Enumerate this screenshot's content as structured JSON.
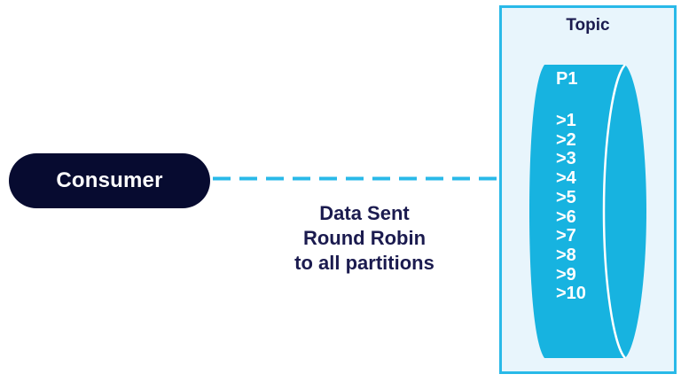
{
  "consumer": {
    "label": "Consumer"
  },
  "caption": {
    "lines": [
      "Data Sent",
      "Round Robin",
      "to all partitions"
    ]
  },
  "topic": {
    "title": "Topic",
    "cylinder": {
      "partition_label": "P1",
      "offsets": [
        ">1",
        ">2",
        ">3",
        ">4",
        ">5",
        ">6",
        ">7",
        ">8",
        ">9",
        ">10"
      ]
    }
  },
  "colors": {
    "navy": "#070b30",
    "text_navy": "#1b1b4f",
    "cyan_accent": "#29b9e8",
    "cylinder_fill": "#17b3e0",
    "topic_bg": "#e8f5fc",
    "canvas_bg": "#ffffff",
    "seam_white": "#ffffff"
  }
}
